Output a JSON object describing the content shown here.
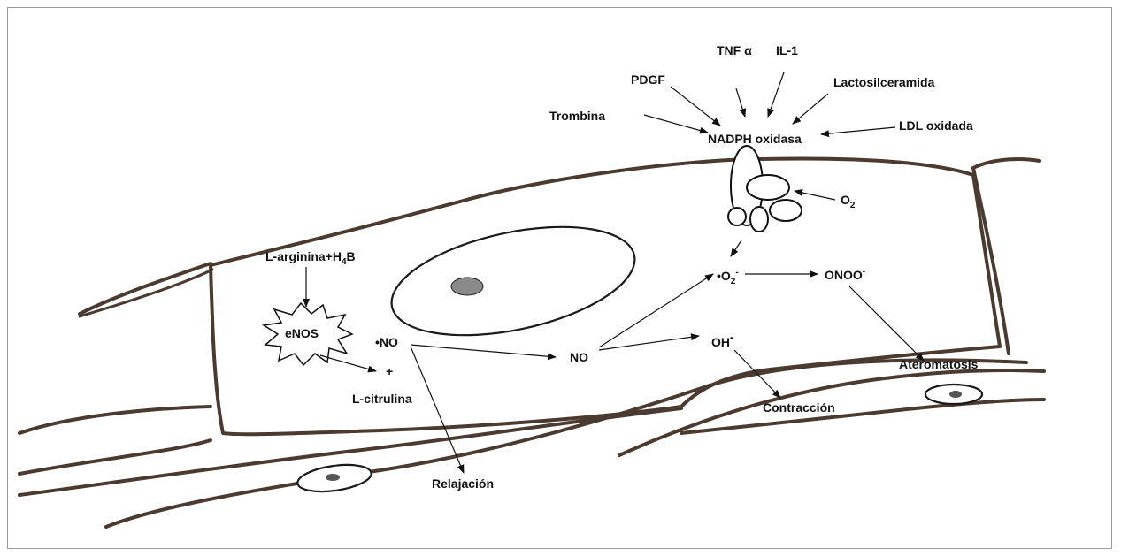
{
  "labels": {
    "tnf": "TNF α",
    "il1": "IL-1",
    "pdgf": "PDGF",
    "lactosil": "Lactosilceramida",
    "trombina": "Trombina",
    "ldl": "LDL oxidada",
    "nadph": "NADPH oxidasa",
    "o2": "O",
    "o2_sub": "2",
    "larg_main": "L-arginina+H",
    "larg_sub": "4",
    "larg_end": "B",
    "enos": "eNOS",
    "no_rad": "•NO",
    "plus": "+",
    "lcitrulina": "L-citrulina",
    "no": "NO",
    "superoxide": "•O",
    "superoxide_sub": "2",
    "superoxide_sup": "-",
    "peroxynitrite": "ONOO",
    "peroxynitrite_sup": "-",
    "hydroxyl": "OH",
    "hydroxyl_sup": "•",
    "ateromatosis": "Ateromatosis",
    "contraccion": "Contracción",
    "relajacion": "Relajación"
  },
  "colors": {
    "cell_outline": "#4a3a30",
    "text": "#111111",
    "frame": "#9a9a9a"
  }
}
